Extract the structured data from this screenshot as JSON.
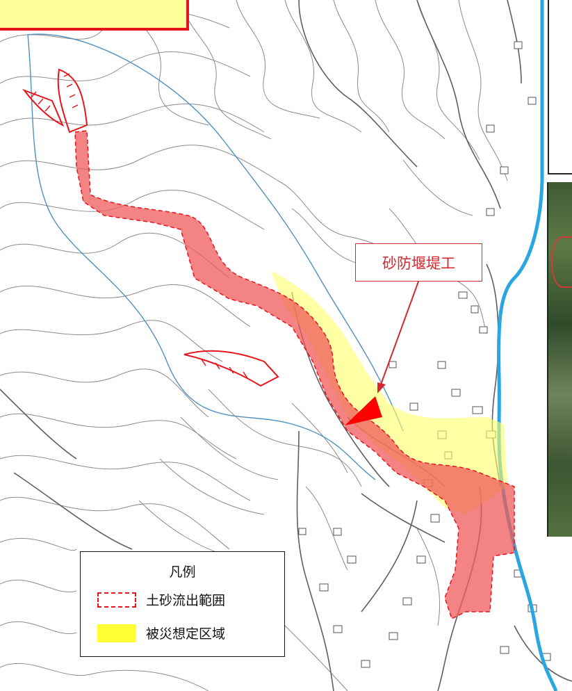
{
  "map": {
    "colors": {
      "contour": "#8a8a8a",
      "road": "#5e5e5e",
      "stream": "#4f8fbf",
      "river": "#2aa6e0",
      "debris_flow": "#f05a5a",
      "damage_zone": "#ffff66",
      "check_dam": "#ff0000"
    }
  },
  "callout": {
    "label": "砂防堰堤工"
  },
  "legend": {
    "title": "凡例",
    "items": [
      {
        "label": "土砂流出範囲",
        "swatch": "dashed-red-outline"
      },
      {
        "label": "被災想定区域",
        "swatch": "yellow-fill"
      }
    ]
  }
}
